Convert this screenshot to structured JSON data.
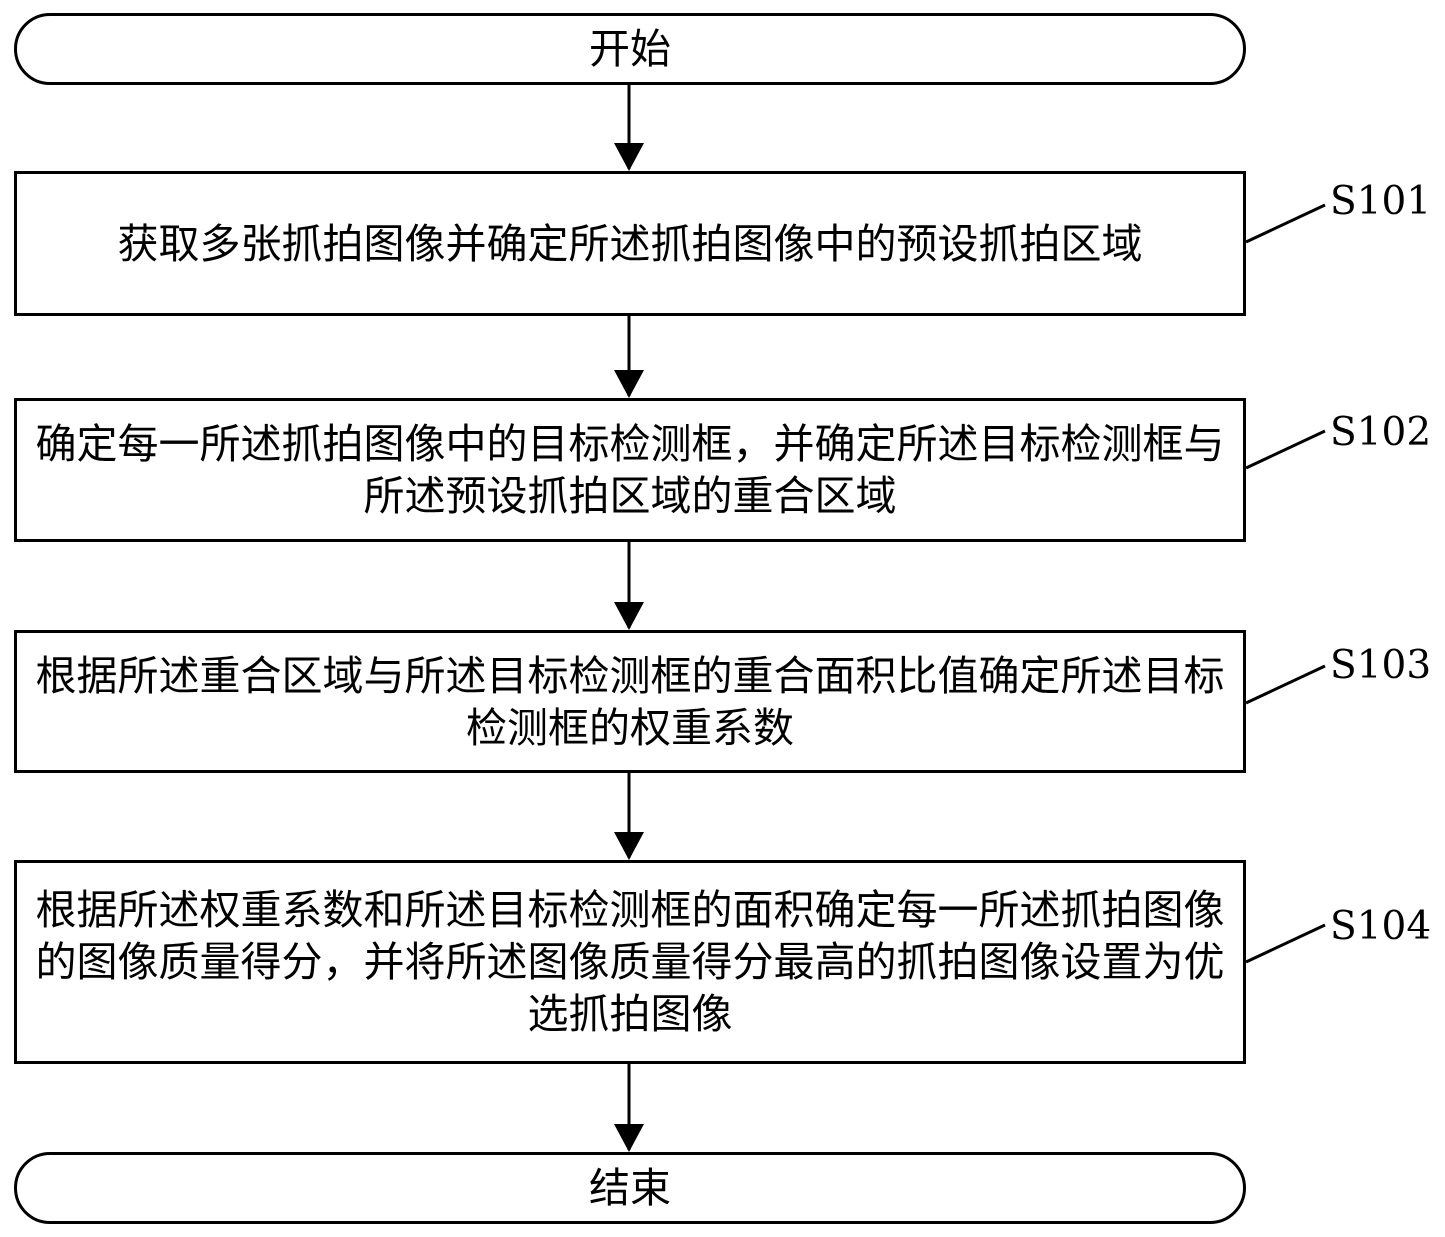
{
  "flowchart": {
    "start": {
      "label": "开始"
    },
    "end": {
      "label": "结束"
    },
    "steps": [
      {
        "id": "S101",
        "label": "获取多张抓拍图像并确定所述抓拍图像中的预设抓拍区域"
      },
      {
        "id": "S102",
        "label": "确定每一所述抓拍图像中的目标检测框，并确定所述目标检测框与所述预设抓拍区域的重合区域"
      },
      {
        "id": "S103",
        "label": "根据所述重合区域与所述目标检测框的重合面积比值确定所述目标检测框的权重系数"
      },
      {
        "id": "S104",
        "label": "根据所述权重系数和所述目标检测框的面积确定每一所述抓拍图像的图像质量得分，并将所述图像质量得分最高的抓拍图像设置为优选抓拍图像"
      }
    ]
  },
  "colors": {
    "stroke": "#000000",
    "fill": "#ffffff",
    "text": "#000000"
  }
}
